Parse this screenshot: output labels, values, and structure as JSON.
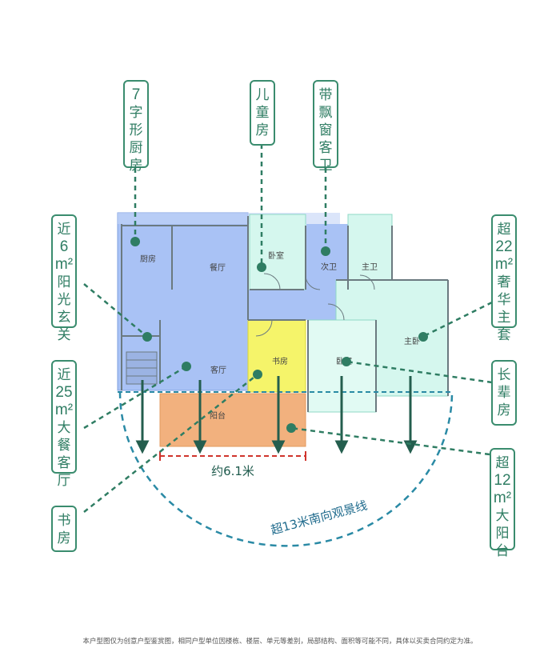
{
  "labels": {
    "kitchen": [
      "7",
      "字",
      "形",
      "厨",
      "房"
    ],
    "kids_room": [
      "儿",
      "童",
      "房"
    ],
    "guest_bath": [
      "带",
      "飘",
      "窗",
      "客",
      "卫"
    ],
    "entry": [
      "近",
      "6",
      "m²",
      "阳",
      "光",
      "玄",
      "关"
    ],
    "master": [
      "超",
      "22",
      "m²",
      "奢",
      "华",
      "主",
      "套"
    ],
    "living": [
      "近",
      "25",
      "m²",
      "大",
      "餐",
      "客",
      "厅"
    ],
    "elder": [
      "长",
      "辈",
      "房"
    ],
    "study": [
      "书",
      "房"
    ],
    "balcony": [
      "超",
      "12",
      "m²",
      "大",
      "阳",
      "台"
    ]
  },
  "rooms": {
    "kitchen": "厨房",
    "dining": "餐厅",
    "bedroom": "卧室",
    "second_bath": "次卫",
    "master_bath": "主卫",
    "master_bed": "主卧",
    "study": "书房",
    "living": "客厅",
    "elder_bed": "卧室",
    "balcony": "阳台"
  },
  "dimension": "约6.1米",
  "view_line": "超13米南向观景线",
  "disclaimer": "本户型图仅为创意户型鉴赏图，相同户型单位因楼栋、楼层、单元等差别，局部结构、面积等可能不同，具体以买卖合同约定为准。",
  "colors": {
    "green": "#2f7d63",
    "blue_fill": "#a9c2f5",
    "cyan_fill": "#d5f7ee",
    "yellow_fill": "#f5f46a",
    "orange_fill": "#f2b17e",
    "arc": "#2a8aa5",
    "dim_red": "#d0342c"
  }
}
